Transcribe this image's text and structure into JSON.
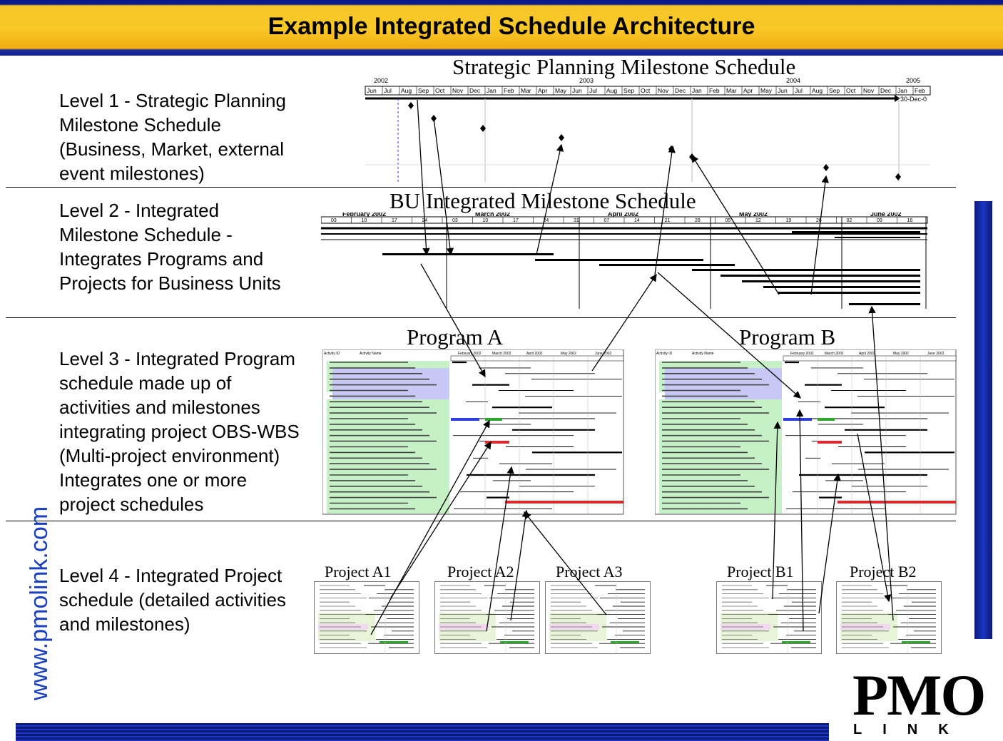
{
  "header": {
    "title": "Example Integrated Schedule Architecture"
  },
  "levels": {
    "l1": [
      "Level 1 - Strategic Planning",
      "Milestone Schedule",
      "(Business, Market, external",
      "event milestones)"
    ],
    "l2": [
      "Level 2 - Integrated",
      "Milestone Schedule -",
      "Integrates Programs and",
      "Projects for Business Units"
    ],
    "l3": [
      "Level 3 - Integrated Program",
      "schedule made up of",
      "activities and milestones",
      "integrating project OBS-WBS",
      "(Multi-project environment)",
      "Integrates one or more",
      "project schedules"
    ],
    "l4": [
      "Level 4 - Integrated Project",
      "schedule (detailed activities",
      "and milestones)"
    ]
  },
  "schedules": {
    "strategic": "Strategic Planning Milestone Schedule",
    "bu": "BU Integrated Milestone Schedule",
    "program_a": "Program A",
    "program_b": "Program B"
  },
  "strategic_timeline": {
    "years": [
      "2002",
      "2003",
      "2004",
      "2005"
    ],
    "months": [
      "Jun",
      "Jul",
      "Aug",
      "Sep",
      "Oct",
      "Nov",
      "Dec",
      "Jan",
      "Feb",
      "Mar",
      "Apr",
      "May",
      "Jun",
      "Jul",
      "Aug",
      "Sep",
      "Oct",
      "Nov",
      "Dec",
      "Jan",
      "Feb",
      "Mar",
      "Apr",
      "May",
      "Jun",
      "Jul",
      "Aug",
      "Sep",
      "Oct",
      "Nov",
      "Dec",
      "Jan",
      "Feb"
    ],
    "end_label": "30-Dec-0"
  },
  "bu_timeline": {
    "months": [
      "February 2002",
      "March 2002",
      "April 2002",
      "May 2002",
      "June 2002"
    ],
    "weeks": [
      "03",
      "10",
      "17",
      "24",
      "03",
      "10",
      "17",
      "24",
      "31",
      "07",
      "14",
      "21",
      "28",
      "05",
      "12",
      "19",
      "26",
      "02",
      "09",
      "16"
    ]
  },
  "program_chart": {
    "col_headers": [
      "Activity ID",
      "Activity Name"
    ],
    "months": [
      "February 2002",
      "March 2002",
      "April 2002",
      "May 2002",
      "June 2002"
    ]
  },
  "projects": [
    "Project A1",
    "Project A2",
    "Project A3",
    "Project B1",
    "Project B2"
  ],
  "footer": {
    "website": "www.pmolink.com"
  },
  "logo": {
    "main": "PMO",
    "sub": "LINK"
  },
  "colors": {
    "title_band": "#f9c926",
    "navy": "#0b1a8a",
    "site_blue": "#1b3fbd",
    "activity_green": "#c6f0c6",
    "activity_blue": "#c8c8f4"
  }
}
